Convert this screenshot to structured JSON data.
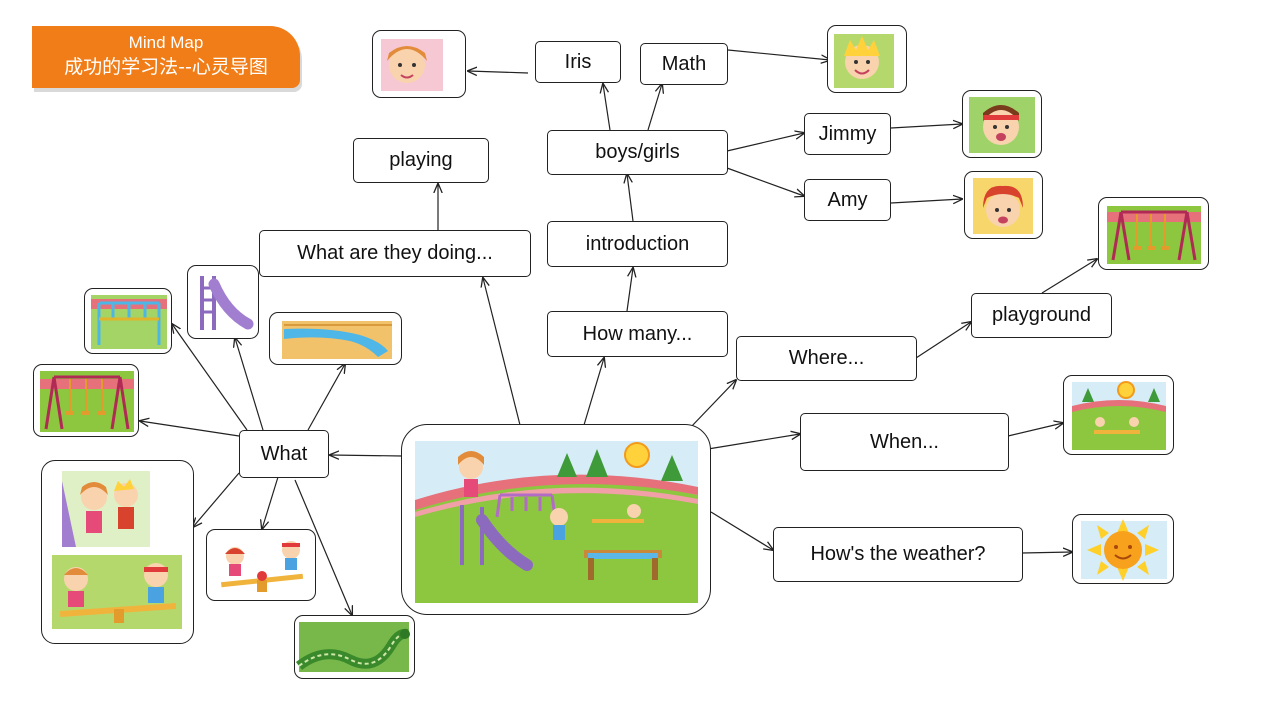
{
  "header": {
    "line1": "Mind Map",
    "line2": "成功的学习法--心灵导图"
  },
  "nodes": {
    "iris": "Iris",
    "math": "Math",
    "boys_girls": "boys/girls",
    "jimmy": "Jimmy",
    "amy": "Amy",
    "playing": "playing",
    "what_doing": "What are they doing...",
    "introduction": "introduction",
    "how_many": "How many...",
    "where": "Where...",
    "playground": "playground",
    "when": "When...",
    "weather": "How's the weather?",
    "what": "What"
  },
  "pictures": {
    "center": "playground-scene",
    "iris": "girl-face",
    "math": "boy-face-yellow-hair",
    "jimmy": "boy-face-headband",
    "amy": "girl-face-red-hair",
    "playground": "swing-set",
    "when": "seesaw-scene",
    "weather": "sun",
    "slide": "slide",
    "monkey_bars": "monkey-bars",
    "swings": "swing-set",
    "sandbox": "sandbox",
    "kids": "children-and-seesaw",
    "seesaw": "seesaw",
    "snake": "snake-path"
  },
  "colors": {
    "banner": "#f07d18",
    "border": "#222222",
    "grass": "#8dc63f",
    "sky": "#cfe8f5",
    "track": "#e6717b"
  }
}
